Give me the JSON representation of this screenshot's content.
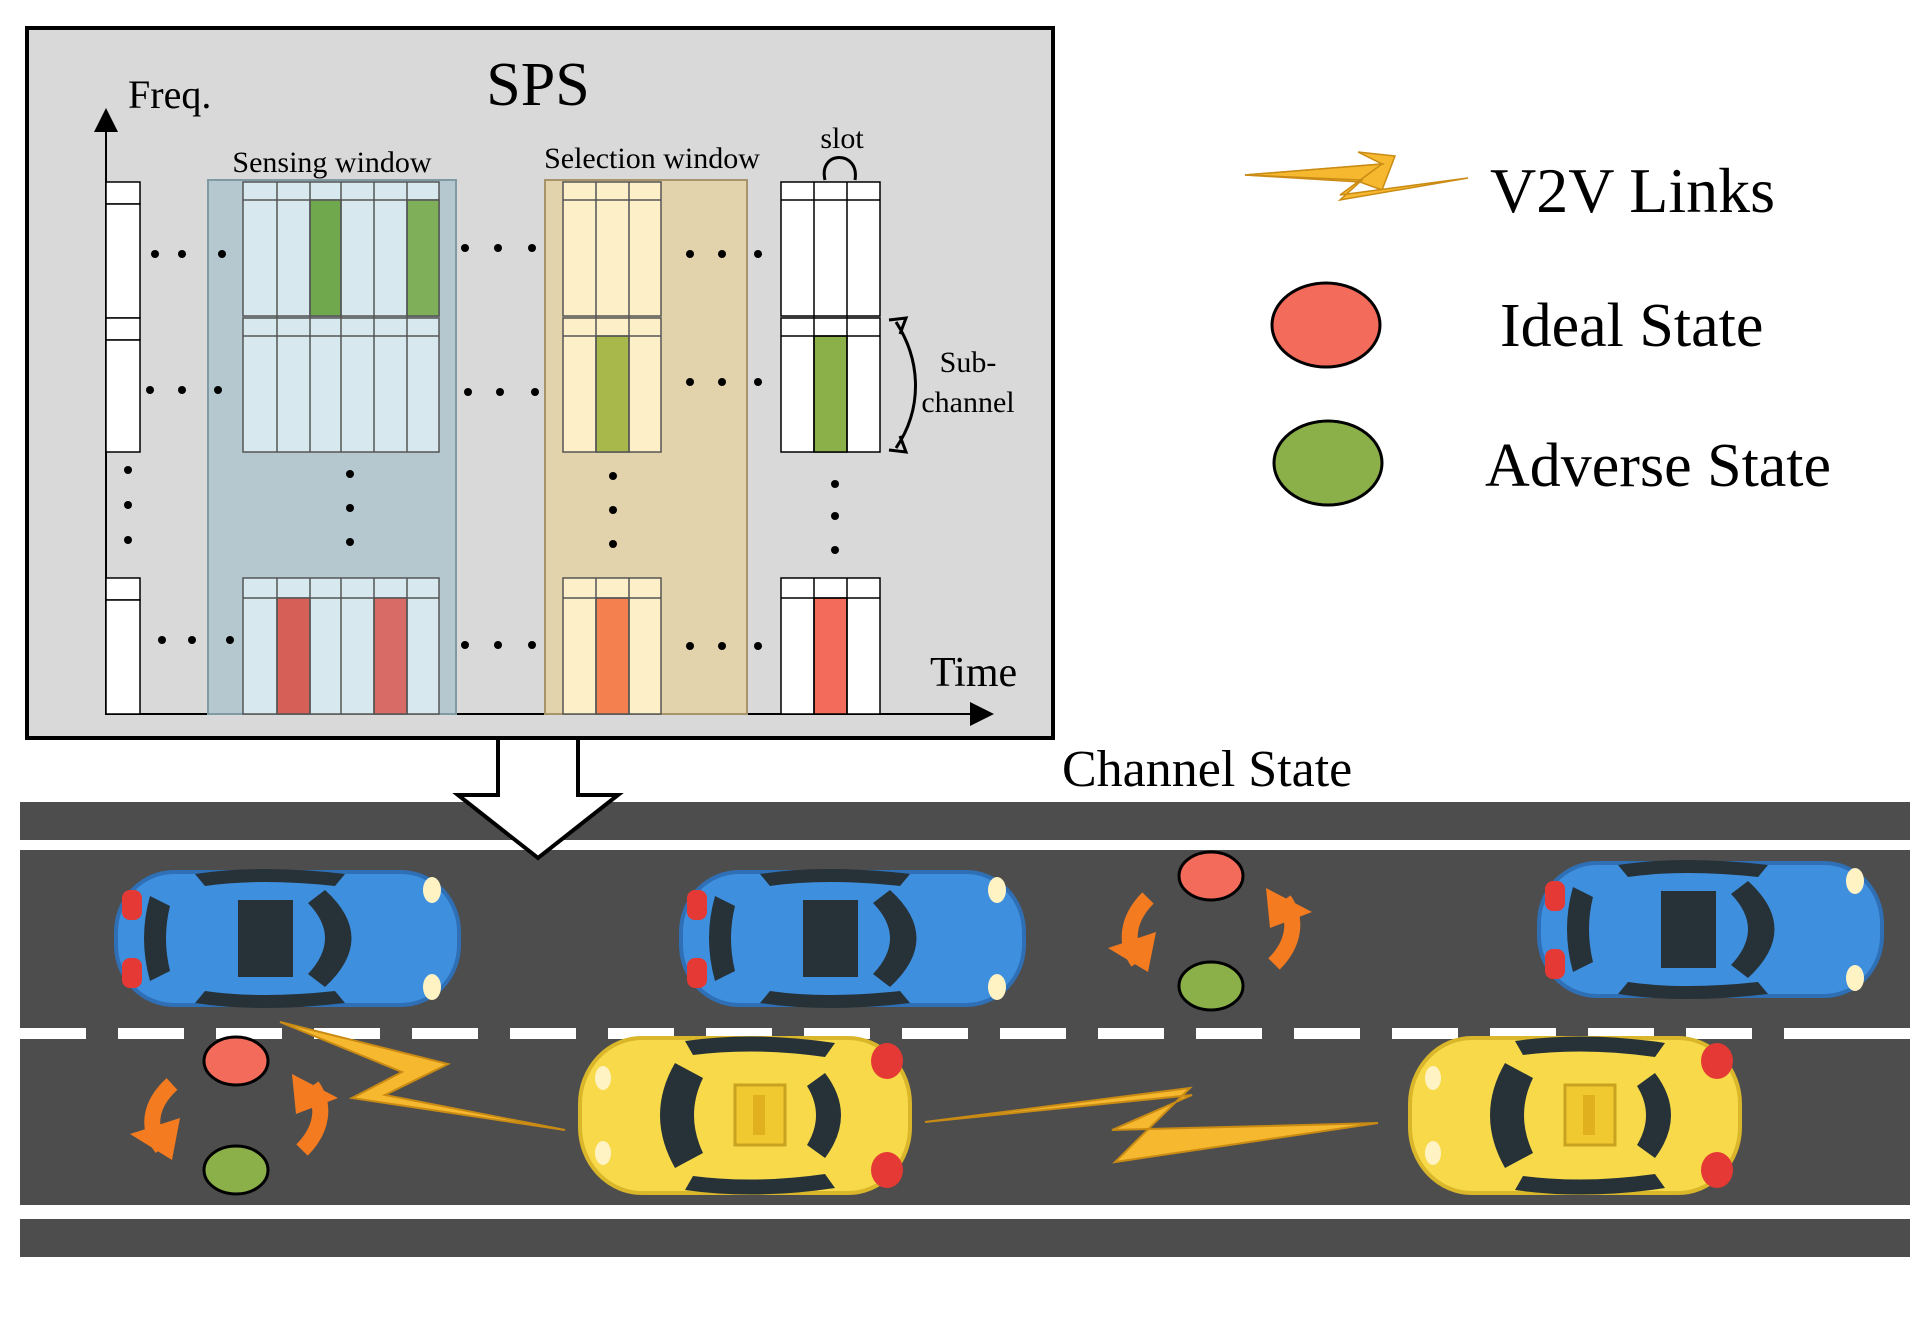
{
  "sps": {
    "title": "SPS",
    "freq_label": "Freq.",
    "time_label": "Time",
    "sensing_window_label": "Sensing window",
    "selection_window_label": "Selection window",
    "slot_label": "slot",
    "subchannel_label_1": "Sub-",
    "subchannel_label_2": "channel"
  },
  "channel_state_label": "Channel State",
  "legend": {
    "v2v": "V2V Links",
    "ideal": "Ideal State",
    "adverse": "Adverse State"
  },
  "colors": {
    "ideal": "#f26b5b",
    "adverse": "#8bb04a",
    "road": "#4d4d4d",
    "blue_car": "#3d8fde",
    "yellow_car": "#f7d94a",
    "lightning": "#f5b82e",
    "arrow": "#f47b20",
    "sensing_bg": "#b5c8cf",
    "selection_bg": "#e3d3ad"
  }
}
